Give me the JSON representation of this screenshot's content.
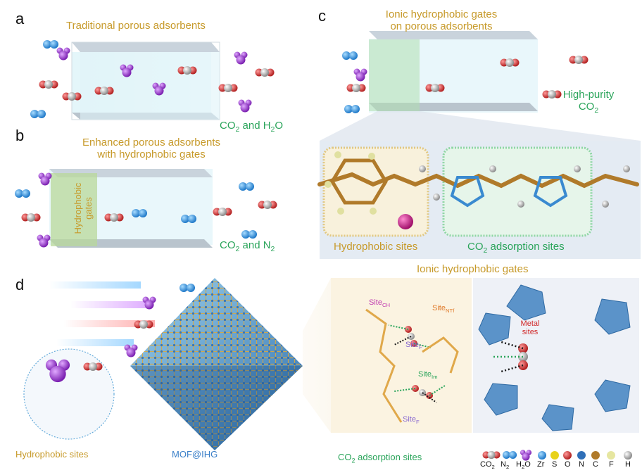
{
  "panels": {
    "a": "a",
    "b": "b",
    "c": "c",
    "d": "d"
  },
  "panel_a": {
    "title": "Traditional porous adsorbents",
    "caption_pre": "CO",
    "caption_sub1": "2",
    "caption_mid": " and H",
    "caption_sub2": "2",
    "caption_post": "O"
  },
  "panel_b": {
    "title_line1": "Enhanced porous adsorbents",
    "title_line2": "with hydrophobic gates",
    "gate_label_line1": "Hydrophobic",
    "gate_label_line2": "gates",
    "caption_pre": "CO",
    "caption_sub1": "2",
    "caption_mid": " and N",
    "caption_sub2": "2"
  },
  "panel_c": {
    "title_line1": "Ionic hydrophobic gates",
    "title_line2": "on porous adsorbents",
    "output_line1": "High-purity",
    "output_line2": "CO",
    "output_sub": "2",
    "label_hydrophobic": "Hydrophobic sites",
    "label_co2_pre": "CO",
    "label_co2_sub": "2",
    "label_co2_post": " adsorption sites"
  },
  "panel_d": {
    "ionic_title": "Ionic hydrophobic gates",
    "site_ch": "Site",
    "site_ch_sub": "CH",
    "site_ntf": "Site",
    "site_ntf_sub": "NTf",
    "site_f1": "Site",
    "site_f1_sub": "F",
    "site_im": "Site",
    "site_im_sub": "Im",
    "site_f2": "Site",
    "site_f2_sub": "F",
    "metal_line1": "Metal",
    "metal_line2": "sites",
    "bottom_hydrophobic": "Hydrophobic sites",
    "bottom_mof": "MOF@IHG",
    "bottom_co2_pre": "CO",
    "bottom_co2_sub": "2",
    "bottom_co2_post": " adsorption sites"
  },
  "legend": [
    {
      "label": "CO",
      "sub": "2",
      "color": "#c23a3a"
    },
    {
      "label": "N",
      "sub": "2",
      "color": "#3a9ad9"
    },
    {
      "label": "H",
      "sub": "2",
      "post": "O",
      "color": "#9b3fd0"
    },
    {
      "label": "Zr",
      "color": "#3a7fd0"
    },
    {
      "label": "S",
      "color": "#e8d21a"
    },
    {
      "label": "O",
      "color": "#d8453a"
    },
    {
      "label": "N",
      "color": "#2f6fb8"
    },
    {
      "label": "C",
      "color": "#b07a2a"
    },
    {
      "label": "F",
      "color": "#e6e6a0"
    },
    {
      "label": "H",
      "color": "#c8c8c8"
    }
  ],
  "colors": {
    "gold": "#c79a2a",
    "green": "#2aa45a",
    "blue": "#3a7fc8",
    "co2_red": "#c23a3a",
    "n2_blue": "#3a9ad9",
    "h2o_purple": "#9b3fd0"
  }
}
